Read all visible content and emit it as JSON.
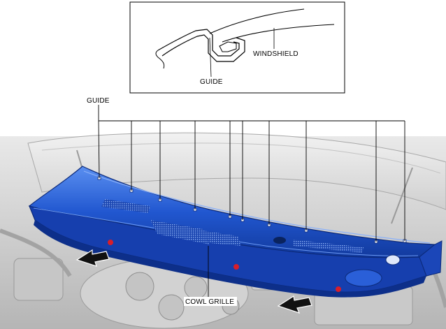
{
  "labels": {
    "guide_inset": "GUIDE",
    "windshield": "WINDSHIELD",
    "guide_main": "GUIDE",
    "cowl_grille": "COWL GRILLE"
  },
  "colors": {
    "cowl_blue": "#1e4fc8",
    "cowl_blue_dark": "#0d2f8a",
    "cowl_blue_light": "#4f86ee",
    "engine_gray": "#bdbdbd",
    "arrow_black": "#111111",
    "clip_red": "#d81e2a"
  },
  "icons": {
    "removal_arrow": "arrow-icon",
    "guide_clip": "clip-icon"
  }
}
